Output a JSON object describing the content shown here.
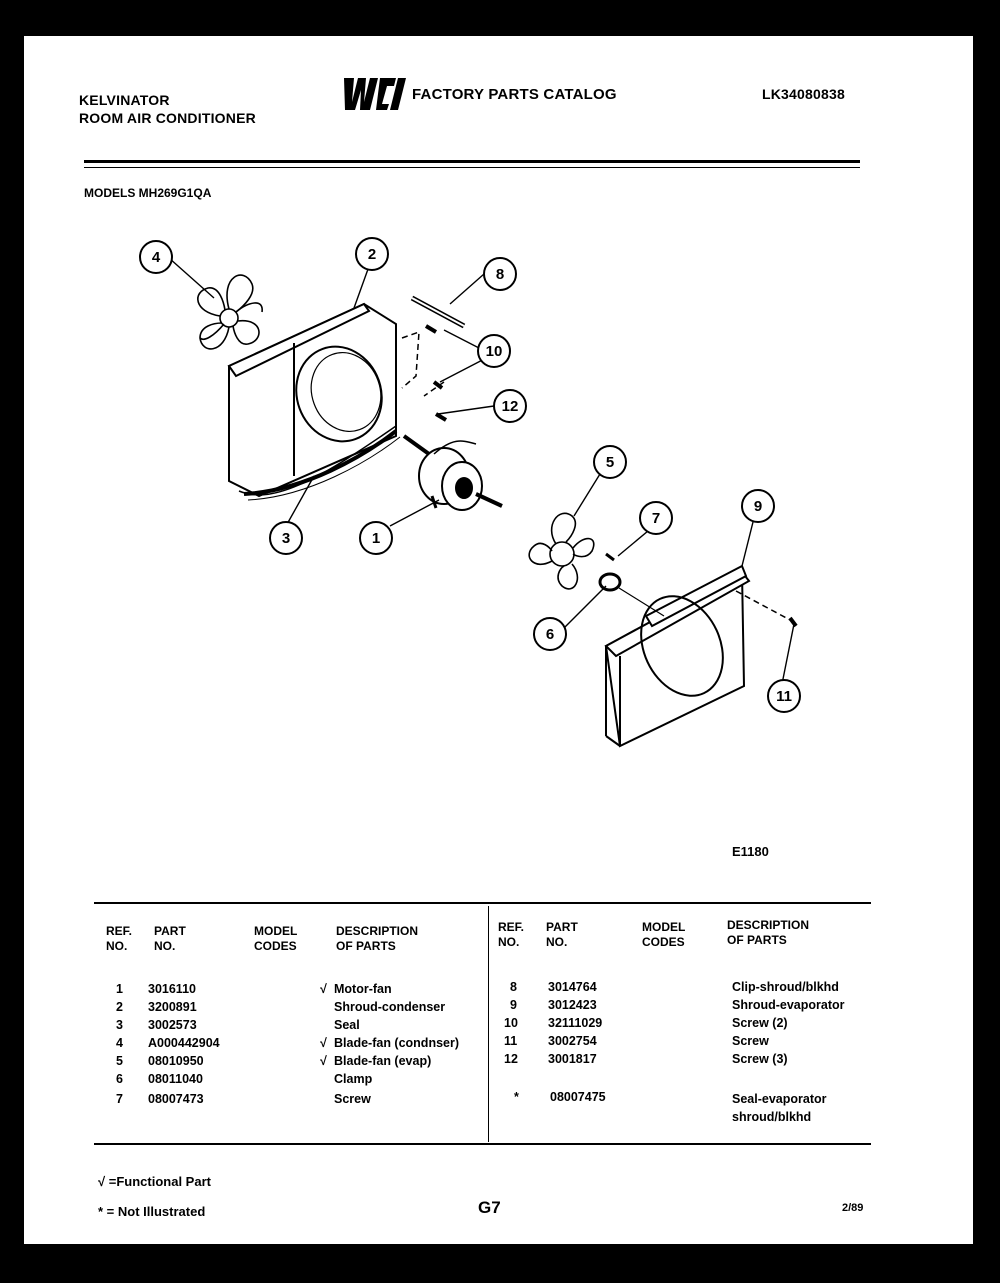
{
  "header": {
    "brand": "KELVINATOR",
    "product_line": "ROOM AIR CONDITIONER",
    "catalog_title": "FACTORY PARTS CATALOG",
    "catalog_number": "LK34080838",
    "models": "MODELS MH269G1QA"
  },
  "diagram": {
    "callouts": [
      "4",
      "2",
      "8",
      "10",
      "12",
      "3",
      "1",
      "5",
      "7",
      "9",
      "6",
      "11"
    ],
    "code": "E1180"
  },
  "table": {
    "headers": {
      "ref": [
        "REF.",
        "NO."
      ],
      "part": [
        "PART",
        "NO."
      ],
      "model": [
        "MODEL",
        "CODES"
      ],
      "desc": [
        "DESCRIPTION",
        "OF PARTS"
      ]
    },
    "left_rows": [
      {
        "ref": "1",
        "part": "3016110",
        "mark": "√",
        "desc": "Motor-fan"
      },
      {
        "ref": "2",
        "part": "3200891",
        "mark": "",
        "desc": "Shroud-condenser"
      },
      {
        "ref": "3",
        "part": "3002573",
        "mark": "",
        "desc": "Seal"
      },
      {
        "ref": "4",
        "part": "A000442904",
        "mark": "√",
        "desc": "Blade-fan (condnser)"
      },
      {
        "ref": "5",
        "part": "08010950",
        "mark": "√",
        "desc": "Blade-fan (evap)"
      },
      {
        "ref": "6",
        "part": "08011040",
        "mark": "",
        "desc": "Clamp"
      },
      {
        "ref": "7",
        "part": "08007473",
        "mark": "",
        "desc": "Screw"
      }
    ],
    "right_rows": [
      {
        "ref": "8",
        "part": "3014764",
        "desc": "Clip-shroud/blkhd"
      },
      {
        "ref": "9",
        "part": "3012423",
        "desc": "Shroud-evaporator"
      },
      {
        "ref": "10",
        "part": "32111029",
        "desc": "Screw (2)"
      },
      {
        "ref": "11",
        "part": "3002754",
        "desc": "Screw"
      },
      {
        "ref": "12",
        "part": "3001817",
        "desc": "Screw (3)"
      },
      {
        "ref": "*",
        "part": "08007475",
        "desc": [
          "Seal-evaporator",
          "shroud/blkhd"
        ]
      }
    ]
  },
  "footer": {
    "legend_functional": "√ =Functional Part",
    "legend_not_illustrated": "* = Not Illustrated",
    "page": "G7",
    "date": "2/89"
  }
}
